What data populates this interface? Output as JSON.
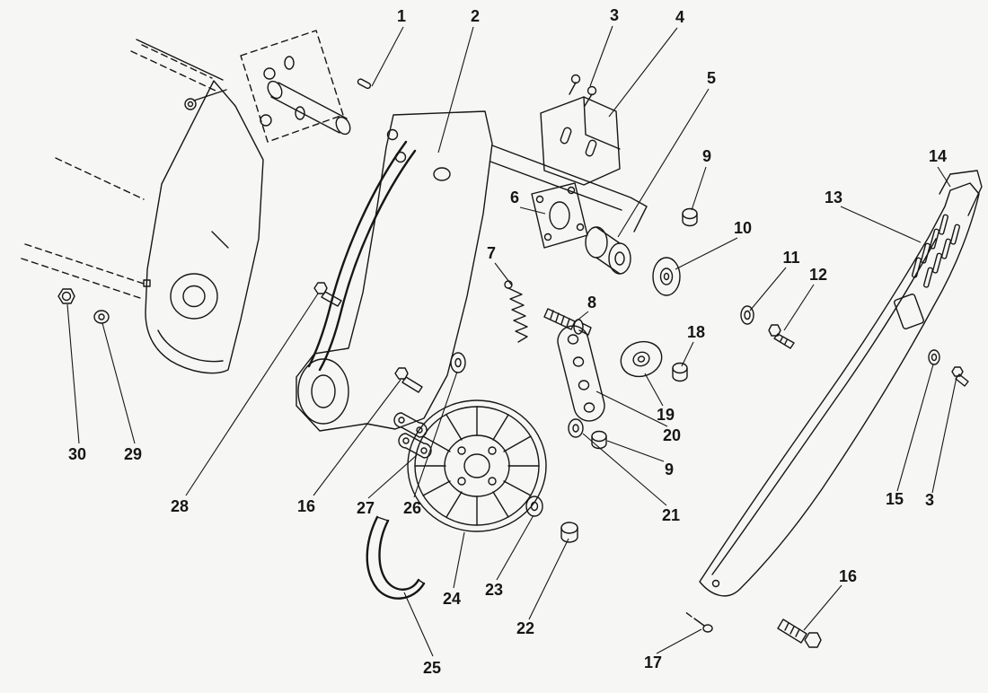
{
  "figure": {
    "background": "#f6f6f4",
    "line_color": "#161616"
  },
  "callouts": [
    {
      "label": "1"
    },
    {
      "label": "2"
    },
    {
      "label": "3"
    },
    {
      "label": "4"
    },
    {
      "label": "5"
    },
    {
      "label": "6"
    },
    {
      "label": "7"
    },
    {
      "label": "8"
    },
    {
      "label": "9"
    },
    {
      "label": "10"
    },
    {
      "label": "11"
    },
    {
      "label": "12"
    },
    {
      "label": "13"
    },
    {
      "label": "14"
    },
    {
      "label": "15"
    },
    {
      "label": "3"
    },
    {
      "label": "16"
    },
    {
      "label": "17"
    },
    {
      "label": "18"
    },
    {
      "label": "19"
    },
    {
      "label": "20"
    },
    {
      "label": "9"
    },
    {
      "label": "21"
    },
    {
      "label": "22"
    },
    {
      "label": "23"
    },
    {
      "label": "24"
    },
    {
      "label": "25"
    },
    {
      "label": "26"
    },
    {
      "label": "27"
    },
    {
      "label": "28"
    },
    {
      "label": "29"
    },
    {
      "label": "30"
    },
    {
      "label": "16"
    }
  ]
}
